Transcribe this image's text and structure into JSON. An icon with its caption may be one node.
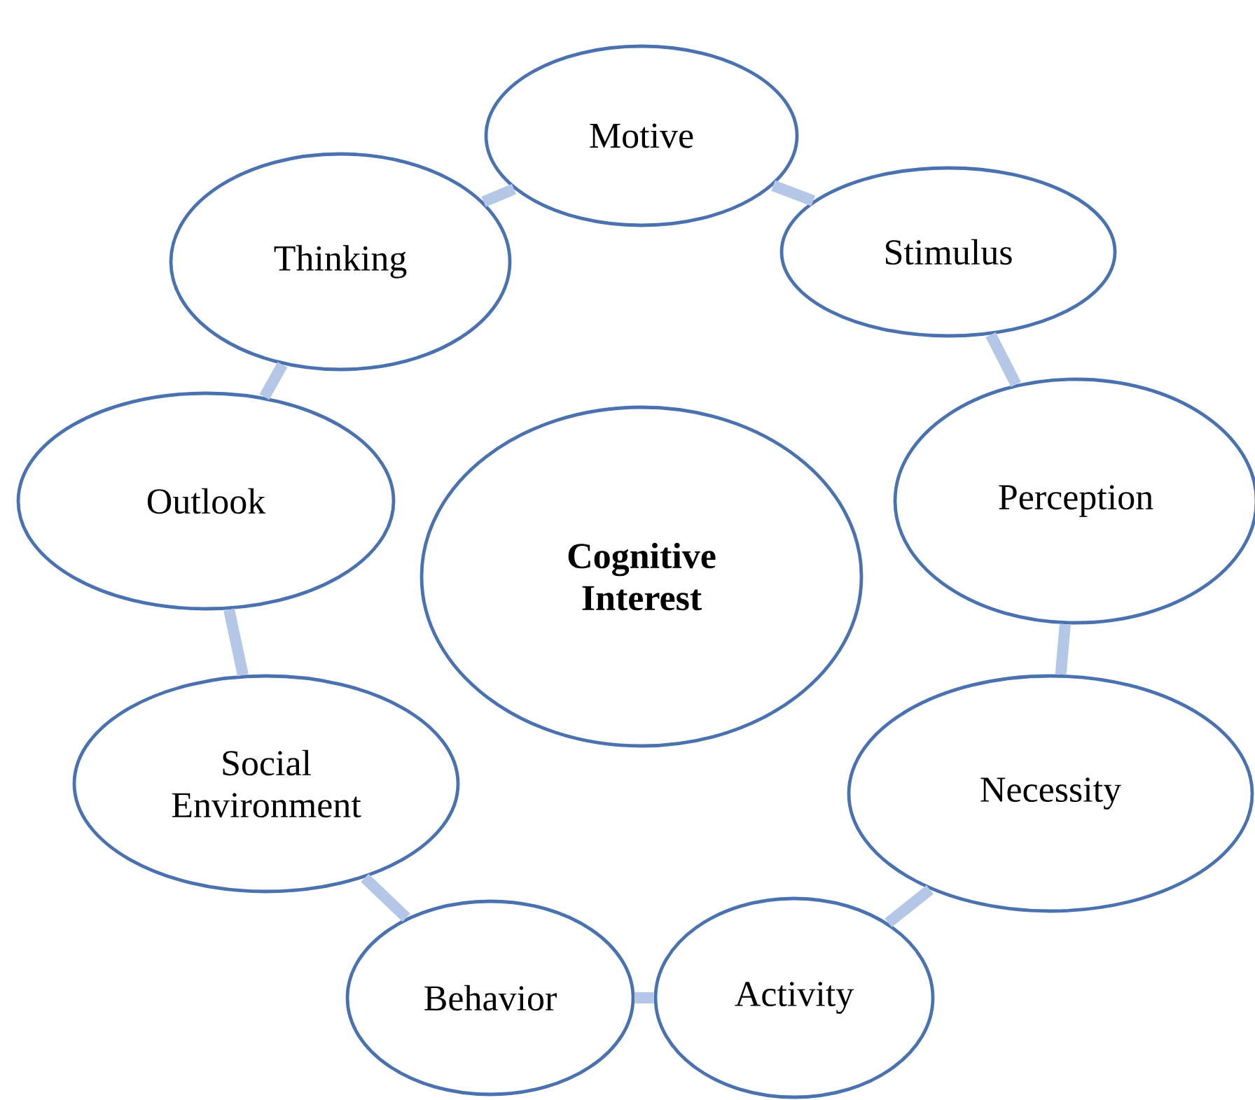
{
  "diagram": {
    "nodes": [
      {
        "text": [
          "Cognitive Interest"
        ]
      },
      {
        "text": [
          "Motive"
        ]
      },
      {
        "text": [
          "Stimulus"
        ]
      },
      {
        "text": [
          "Perception"
        ]
      },
      {
        "text": [
          "Necessity"
        ]
      },
      {
        "text": [
          "Activity"
        ]
      },
      {
        "text": [
          "Behavior"
        ]
      },
      {
        "text": [
          "Social Environment"
        ]
      },
      {
        "text": [
          "Outlook"
        ]
      },
      {
        "text": [
          "Thinking"
        ]
      }
    ],
    "edges": [
      {
        "from": 1,
        "to": 2,
        "arrow": "none"
      },
      {
        "from": 2,
        "to": 3,
        "arrow": "none"
      },
      {
        "from": 3,
        "to": 4,
        "arrow": "none"
      },
      {
        "from": 4,
        "to": 5,
        "arrow": "none"
      },
      {
        "from": 5,
        "to": 6,
        "arrow": "none"
      },
      {
        "from": 6,
        "to": 7,
        "arrow": "none"
      },
      {
        "from": 7,
        "to": 8,
        "arrow": "none"
      },
      {
        "from": 8,
        "to": 9,
        "arrow": "none"
      },
      {
        "from": 9,
        "to": 1,
        "arrow": "none"
      }
    ]
  }
}
